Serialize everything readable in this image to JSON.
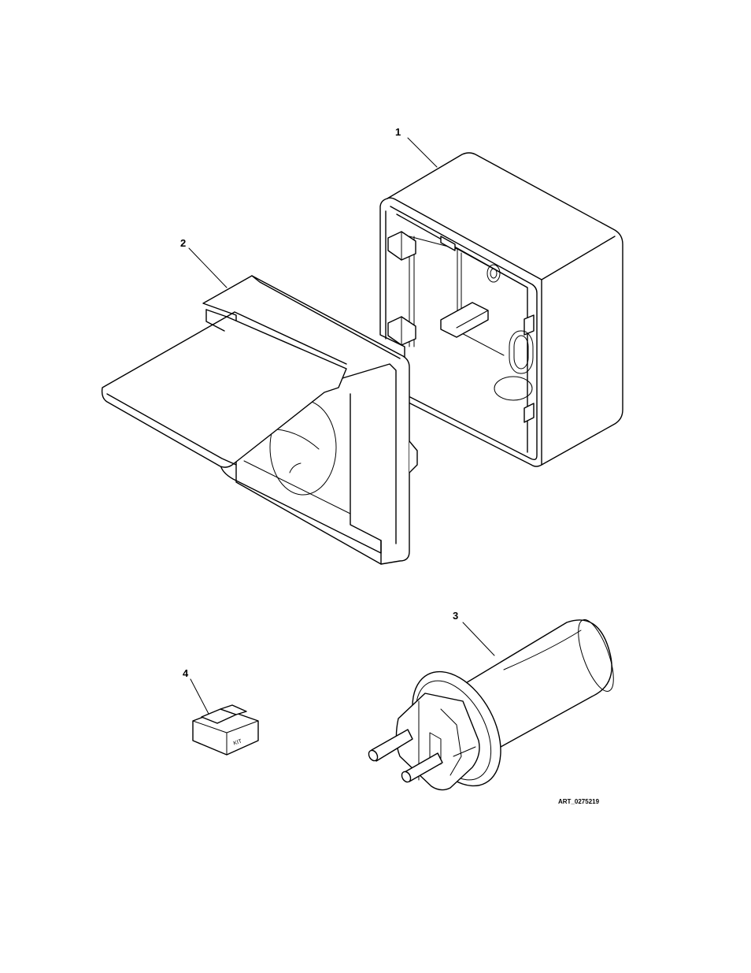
{
  "callouts": {
    "part_1": "1",
    "part_2": "2",
    "part_3": "3",
    "part_4": "4"
  },
  "kit_box_label": "KIT",
  "art_number": "ART_0275219",
  "colors": {
    "line": "#000000",
    "background": "#ffffff"
  }
}
